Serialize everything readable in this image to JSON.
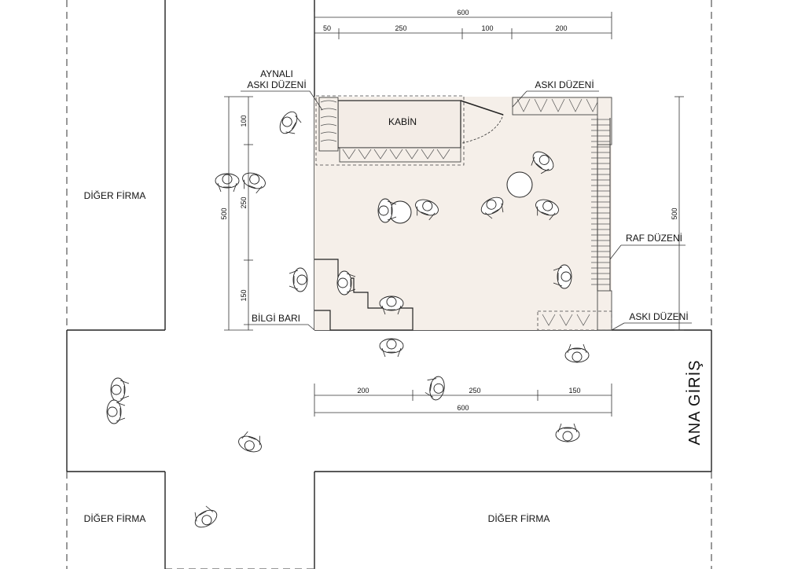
{
  "labels": {
    "other_firm_left": "DİĞER FİRMA",
    "other_firm_bottom_left": "DİĞER FİRMA",
    "other_firm_bottom_right": "DİĞER FİRMA",
    "cabin": "KABİN",
    "mirrored_hanger_line1": "AYNALI",
    "mirrored_hanger_line2": "ASKI DÜZENİ",
    "hanger_top": "ASKI DÜZENİ",
    "shelf_system": "RAF DÜZENİ",
    "hanger_bottom": "ASKI DÜZENİ",
    "info_bar": "BİLGİ BARI",
    "main_entrance": "ANA GİRİŞ"
  },
  "dimensions": {
    "top_total": "600",
    "top_segments": [
      "50",
      "250",
      "100",
      "200"
    ],
    "left_total": "500",
    "left_segments": [
      "100",
      "250",
      "150"
    ],
    "right_total": "500",
    "bottom_segments": [
      "200",
      "250",
      "150"
    ],
    "bottom_total": "600"
  },
  "colors": {
    "store_fill": "#f5efe9",
    "line": "#222222"
  }
}
